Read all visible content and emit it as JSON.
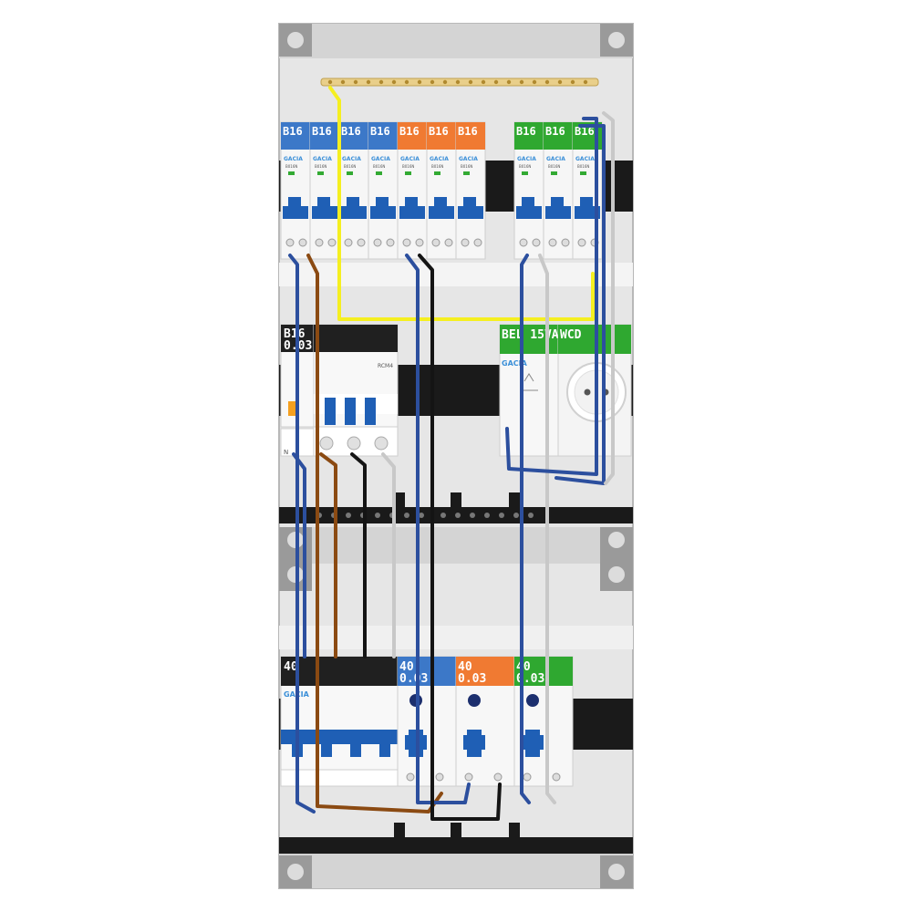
{
  "colors": {
    "blue": "#3c78c8",
    "orange": "#f07a32",
    "green": "#2fa830",
    "black": "#202020",
    "wire_yellow": "#f5ef20",
    "wire_blue": "#2c4f9e",
    "wire_brown": "#8b4a12",
    "wire_black": "#141414",
    "wire_grey": "#c8c8c8",
    "handle": "#1f5fb5"
  },
  "brand": "GACIA",
  "top_row": {
    "breakers": [
      {
        "label": "B16",
        "color": "blue"
      },
      {
        "label": "B16",
        "color": "blue"
      },
      {
        "label": "B16",
        "color": "blue"
      },
      {
        "label": "B16",
        "color": "blue"
      },
      {
        "label": "B16",
        "color": "orange"
      },
      {
        "label": "B16",
        "color": "orange"
      },
      {
        "label": "B16",
        "color": "orange"
      },
      {
        "label": "B16",
        "color": "green"
      },
      {
        "label": "B16",
        "color": "green"
      },
      {
        "label": "B16",
        "color": "green"
      }
    ],
    "model": "B016N"
  },
  "middle_row": {
    "rcbo_label_1": "B16",
    "rcbo_label_2": "0.03",
    "rcm_label": "RCM4",
    "bell_label": "BEL 15VA",
    "socket_label": "WCD",
    "neutral_mark": "N"
  },
  "bottom_row": {
    "main_switch_label": "40",
    "rcds": [
      {
        "line1": "40",
        "line2": "0.03",
        "color": "blue"
      },
      {
        "line1": "40",
        "line2": "0.03",
        "color": "orange"
      },
      {
        "line1": "40",
        "line2": "0.03",
        "color": "green"
      }
    ]
  }
}
